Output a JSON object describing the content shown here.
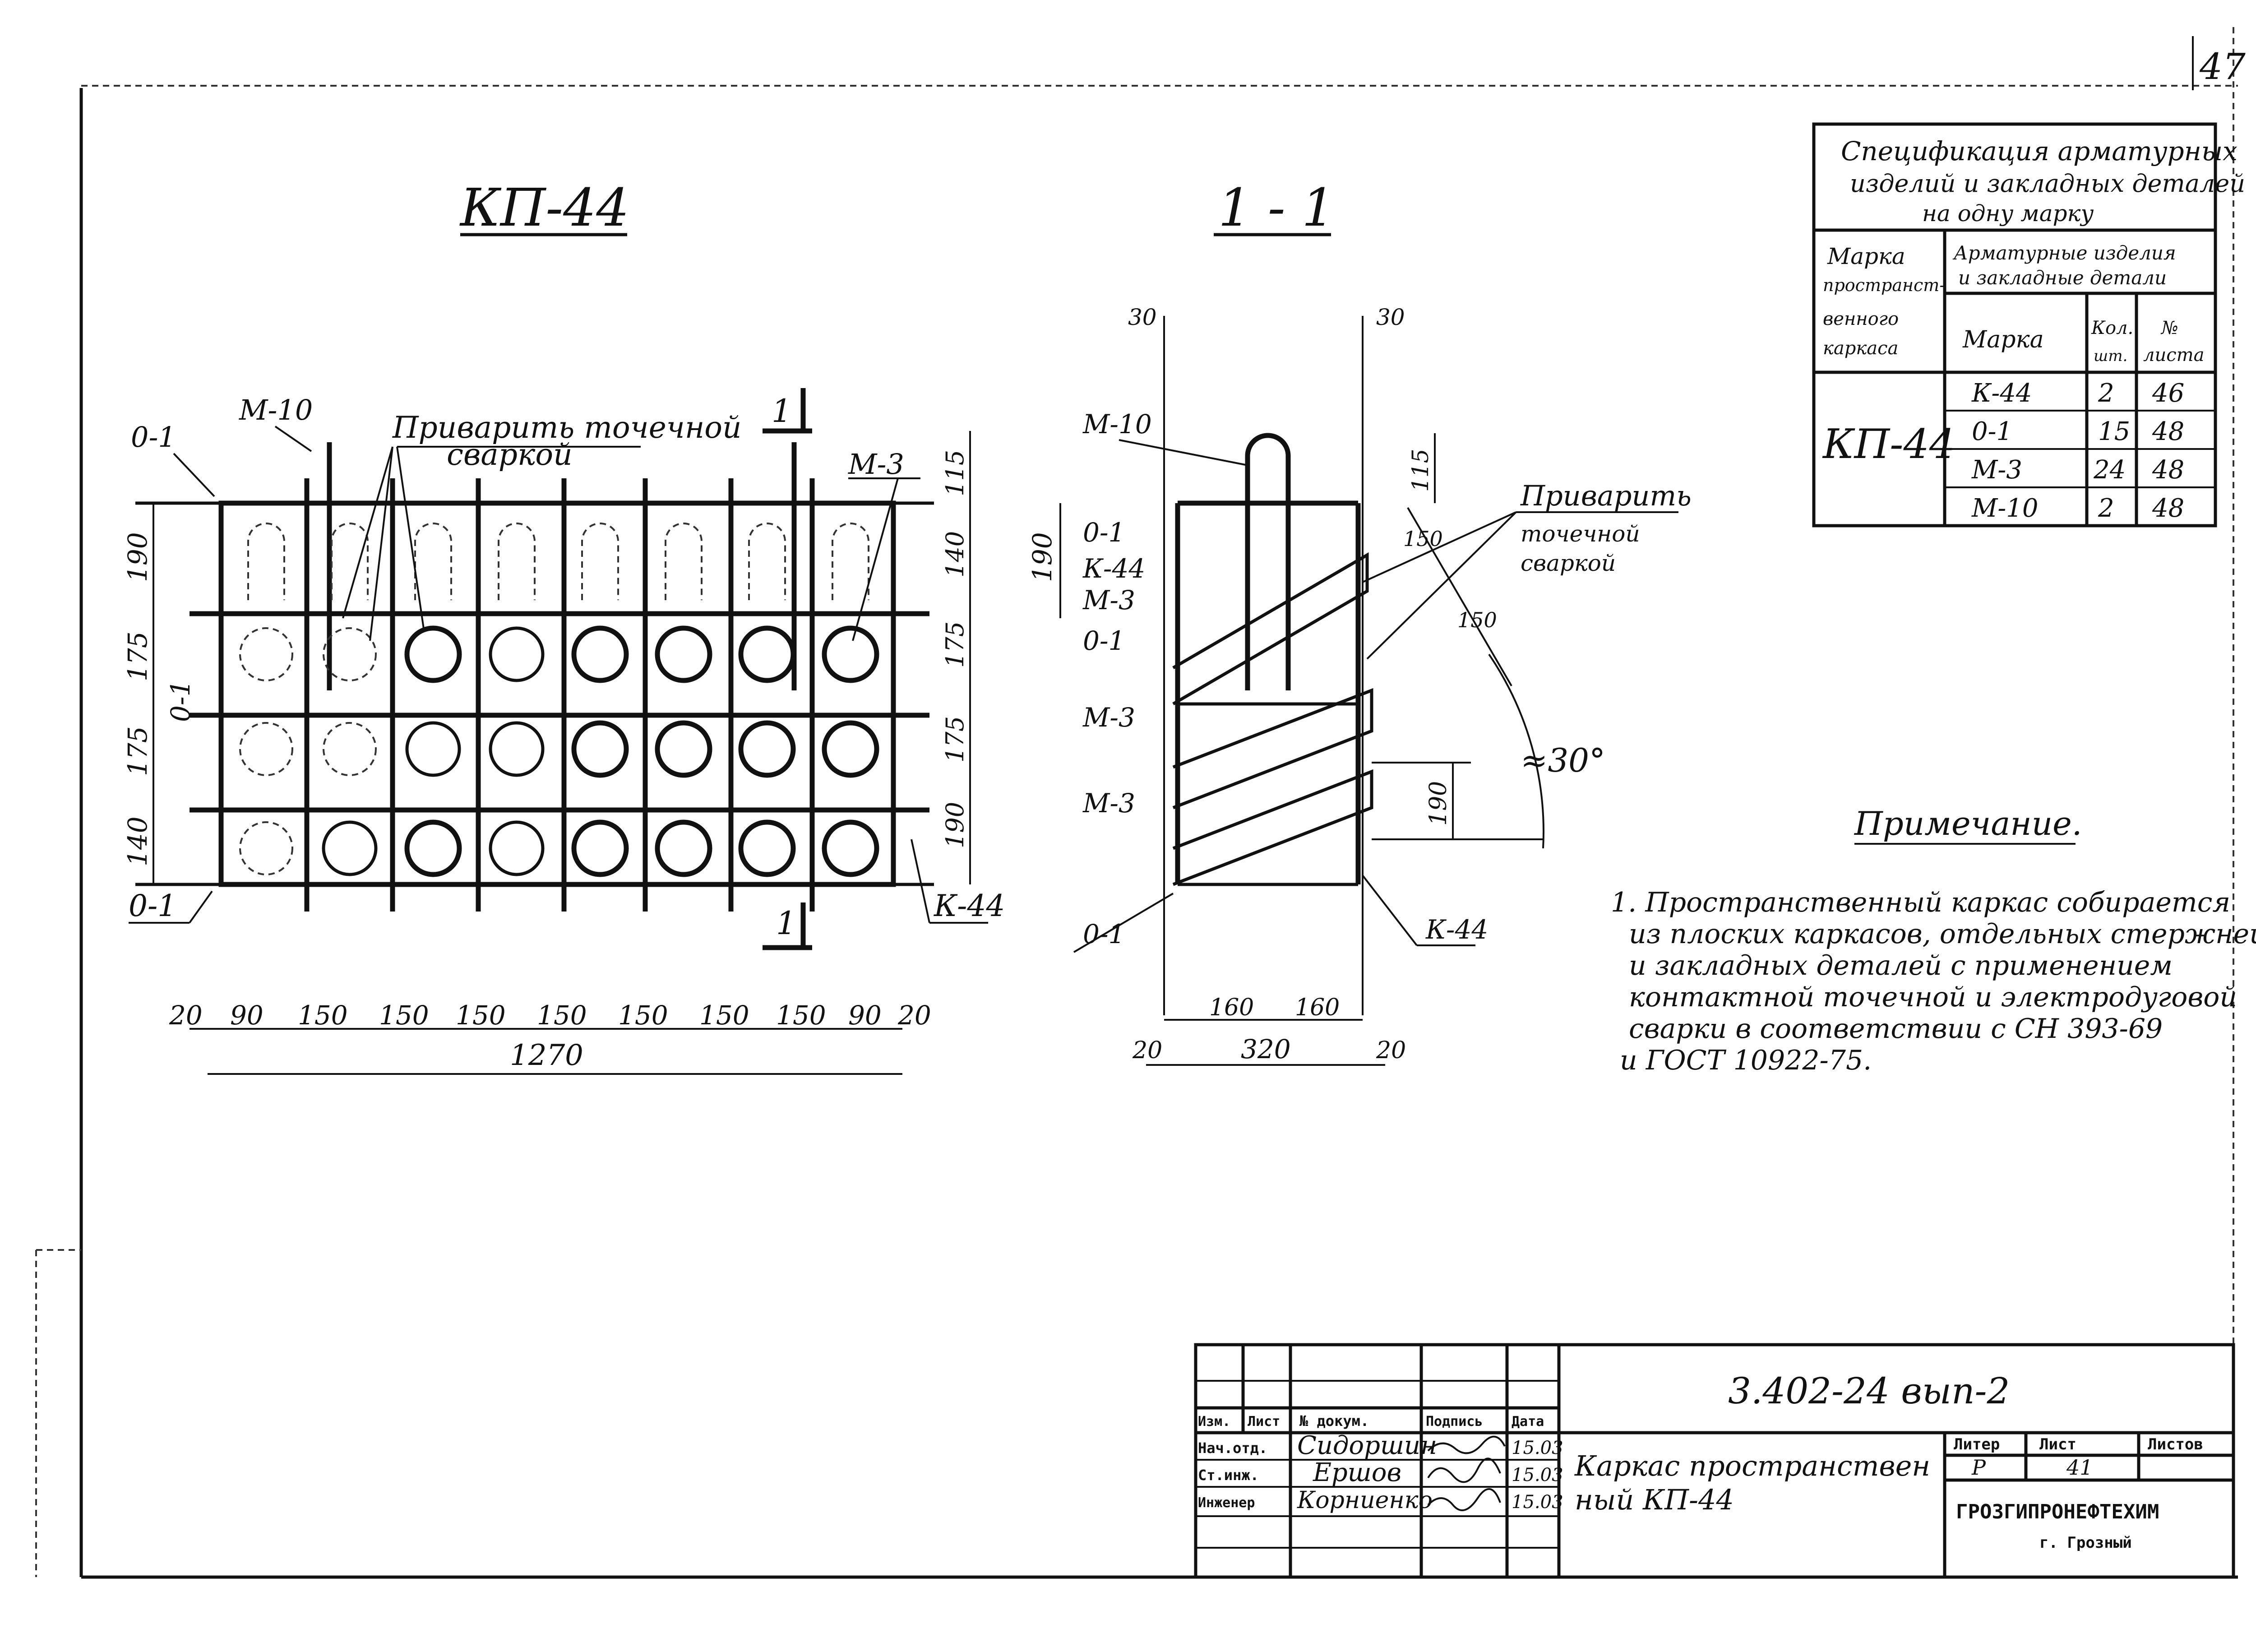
{
  "sheet_corner_number": "47",
  "plan": {
    "title": "КП-44",
    "callouts": {
      "o1_top": "0-1",
      "m10": "М-10",
      "weld_line1": "Приварить точечной",
      "weld_line2": "сваркой",
      "section_mark": "1",
      "m3": "М-3",
      "o1_mid": "0-1",
      "o1_bottom": "0-1",
      "k44": "К-44"
    },
    "left_dims": [
      "190",
      "175",
      "175",
      "140"
    ],
    "right_dims": [
      "115",
      "140",
      "175",
      "175",
      "190"
    ],
    "bottom_dims": [
      "20",
      "90",
      "150",
      "150",
      "150",
      "150",
      "150",
      "150",
      "150",
      "90",
      "20"
    ],
    "total": "1270"
  },
  "section": {
    "title": "1 - 1",
    "top_dims": [
      "30",
      "30"
    ],
    "right_top_dim": "115",
    "left_labels": [
      "М-10",
      "0-1",
      "К-44",
      "М-3",
      "0-1",
      "М-3",
      "М-3",
      "0-1"
    ],
    "left_dim": "190",
    "inclined_dims": [
      "150",
      "150"
    ],
    "angle": "≈30°",
    "lower_right_dim": "190",
    "weld_line1": "Приварить",
    "weld_line2": "точечной",
    "weld_line3": "сваркой",
    "k44": "К-44",
    "bottom_dims": [
      "160",
      "160"
    ],
    "total": "320",
    "ends": [
      "20",
      "20"
    ]
  },
  "spec_table": {
    "title_line1": "Спецификация арматурных",
    "title_line2": "изделий и закладных деталей",
    "title_line3": "на одну марку",
    "col_frame_line1": "Марка",
    "col_frame_line2": "пространст-",
    "col_frame_line3": "венного",
    "col_frame_line4": "каркаса",
    "col_group_line1": "Арматурные изделия",
    "col_group_line2": "и закладные детали",
    "col_mark": "Марка",
    "col_qty_line1": "Кол.",
    "col_qty_line2": "шт.",
    "col_sheet_line1": "№",
    "col_sheet_line2": "листа",
    "frame_mark": "КП-44",
    "rows": [
      {
        "mark": "К-44",
        "qty": "2",
        "sheet": "46"
      },
      {
        "mark": "0-1",
        "qty": "15",
        "sheet": "48"
      },
      {
        "mark": "М-3",
        "qty": "24",
        "sheet": "48"
      },
      {
        "mark": "М-10",
        "qty": "2",
        "sheet": "48"
      }
    ]
  },
  "note": {
    "heading": "Примечание.",
    "lines": [
      "1. Пространственный каркас собирается",
      "из плоских каркасов, отдельных стержней",
      "и закладных деталей с применением",
      "контактной точечной и электродуговой",
      "сварки в соответствии с СН 393-69",
      "и ГОСТ 10922-75."
    ]
  },
  "title_block": {
    "doc_number": "3.402-24 вып-2",
    "header_cols": [
      "Изм.",
      "Лист",
      "№ докум.",
      "Подпись",
      "Дата"
    ],
    "people": [
      {
        "role": "Нач.отд.",
        "name": "Сидоршин",
        "date": "15.03"
      },
      {
        "role": "Ст.инж.",
        "name": "Ершов",
        "date": "15.03"
      },
      {
        "role": "Инженер",
        "name": "Корниенко",
        "date": "15.03"
      }
    ],
    "name_line1": "Каркас пространствен",
    "name_line2": "ный КП-44",
    "litera_label": "Литер",
    "list_label": "Лист",
    "listov_label": "Листов",
    "litera": "Р",
    "list": "41",
    "org": "ГРОЗГИПРОНЕФТЕХИМ",
    "city": "г. Грозный"
  }
}
